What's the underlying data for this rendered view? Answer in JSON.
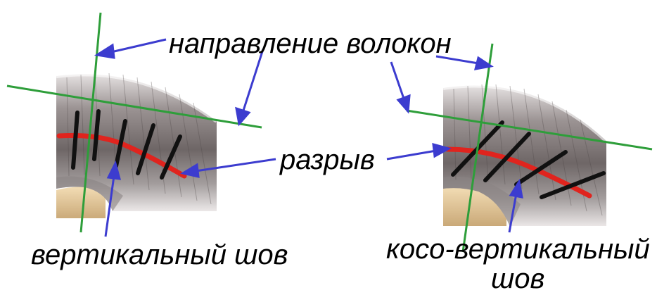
{
  "labels": {
    "fiber_direction": "направление волокон",
    "tear": "разрыв",
    "vertical_seam": "вертикальный  шов",
    "oblique_seam_line1": "косо-вертикальный",
    "oblique_seam_line2": "шов"
  },
  "colors": {
    "fiber_line": "#2e9e3a",
    "tear": "#e0241e",
    "seam": "#111111",
    "arrow": "#3c3ccf",
    "tire_dark": "#6f6767",
    "tire_light": "#cfcaca",
    "rim": "#d9bf93"
  }
}
